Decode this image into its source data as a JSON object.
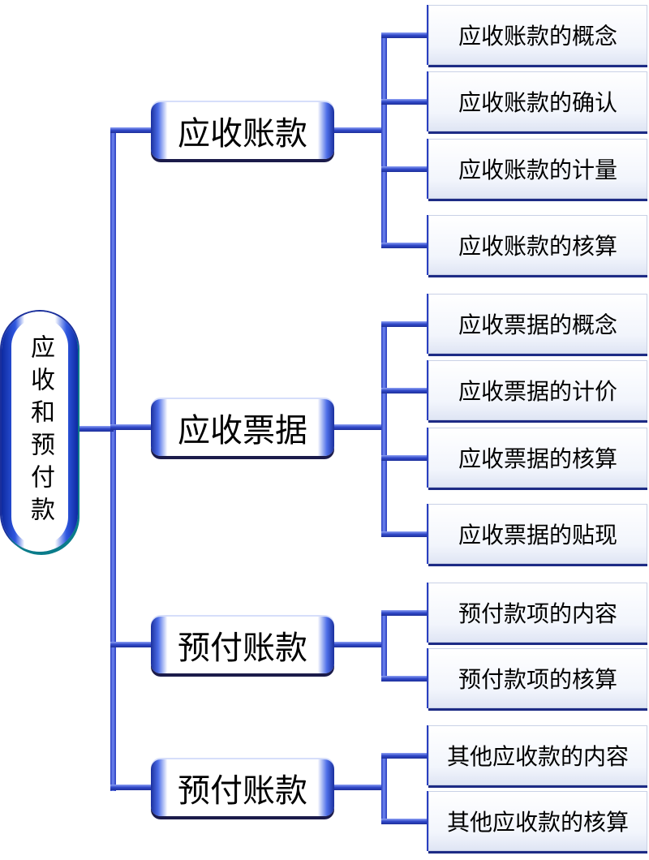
{
  "root": {
    "label": "应收和预付款"
  },
  "branches": [
    {
      "label": "应收账款",
      "children": [
        "应收账款的概念",
        "应收账款的确认",
        "应收账款的计量",
        "应收账款的核算"
      ]
    },
    {
      "label": "应收票据",
      "children": [
        "应收票据的概念",
        "应收票据的计价",
        "应收票据的核算",
        "应收票据的贴现"
      ]
    },
    {
      "label": "预付账款",
      "children": [
        "预付款项的内容",
        "预付款项的核算"
      ]
    },
    {
      "label": "预付账款",
      "children": [
        "其他应收款的内容",
        "其他应收款的核算"
      ]
    }
  ],
  "colors": {
    "connector": "#3048c8",
    "border": "#1a2f9c",
    "shadow": "#1b1b4a"
  }
}
